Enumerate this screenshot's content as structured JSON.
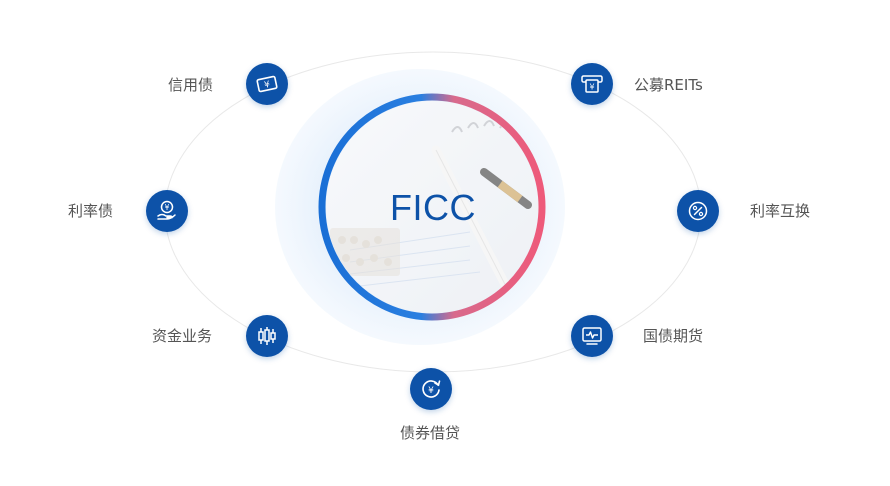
{
  "center": {
    "title": "FICC"
  },
  "colors": {
    "node_fill": "#0d52a8",
    "title_color": "#0d52a8",
    "label_color": "#555555",
    "ring_blue": "#1a6fd6",
    "ring_pink": "#ee5a7a",
    "orbit_line": "#e6e6e6"
  },
  "items": [
    {
      "label": "信用债",
      "icon": "ticket-yuan-icon"
    },
    {
      "label": "利率债",
      "icon": "hand-coin-icon"
    },
    {
      "label": "资金业务",
      "icon": "candlestick-icon"
    },
    {
      "label": "债券借贷",
      "icon": "yuan-refresh-icon"
    },
    {
      "label": "公募REITs",
      "icon": "atm-yuan-icon"
    },
    {
      "label": "利率互换",
      "icon": "percent-icon"
    },
    {
      "label": "国债期货",
      "icon": "monitor-pulse-icon"
    }
  ]
}
